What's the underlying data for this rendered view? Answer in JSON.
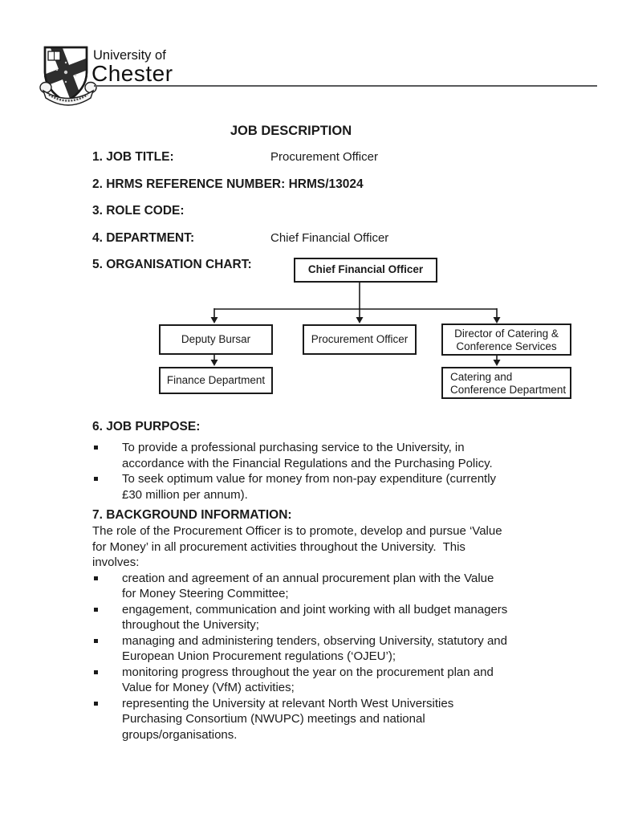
{
  "theme": {
    "text_color": "#1a1a1a",
    "rule_color": "#58595b",
    "box_border_color": "#1a1a1a",
    "page_background": "#ffffff"
  },
  "letterhead": {
    "university_line1": "University of",
    "university_line2": "Chester"
  },
  "doc": {
    "title": "JOB DESCRIPTION",
    "fields": [
      {
        "label": "1. JOB TITLE:",
        "value": "Procurement Officer"
      },
      {
        "label": "2. HRMS REFERENCE NUMBER: HRMS/13024",
        "value": ""
      },
      {
        "label": "3. ROLE CODE:",
        "value": ""
      },
      {
        "label": "4. DEPARTMENT:",
        "value": "Chief Financial Officer"
      },
      {
        "label": "5. ORGANISATION CHART:",
        "value": ""
      }
    ]
  },
  "org_chart": {
    "root": "Chief Financial Officer",
    "level2": {
      "left": "Deputy Bursar",
      "middle": "Procurement Officer",
      "right": "Director of Catering &\nConference Services"
    },
    "level3": {
      "left": "Finance Department",
      "right": "Catering and\nConference Department"
    }
  },
  "job_purpose": {
    "heading": "6. JOB PURPOSE:",
    "bullets": [
      "To provide a professional purchasing service to the University, in\naccordance with the Financial Regulations and the Purchasing Policy.",
      "To seek optimum value for money from non-pay expenditure (currently\n£30 million per annum)."
    ]
  },
  "background": {
    "heading": "7. BACKGROUND INFORMATION:",
    "intro": "The role of the Procurement Officer is to promote, develop and pursue ‘Value\nfor Money’ in all procurement activities throughout the University.  This\ninvolves:",
    "bullets": [
      "creation and agreement of an annual procurement plan with the Value\nfor Money Steering Committee;",
      "engagement, communication and joint working with all budget managers\nthroughout the University;",
      "managing and administering tenders, observing University, statutory and\nEuropean Union Procurement regulations (‘OJEU’);",
      "monitoring progress throughout the year on the procurement plan and\nValue for Money (VfM) activities;",
      "representing the University at relevant North West Universities\nPurchasing Consortium (NWUPC) meetings and national\ngroups/organisations."
    ]
  }
}
